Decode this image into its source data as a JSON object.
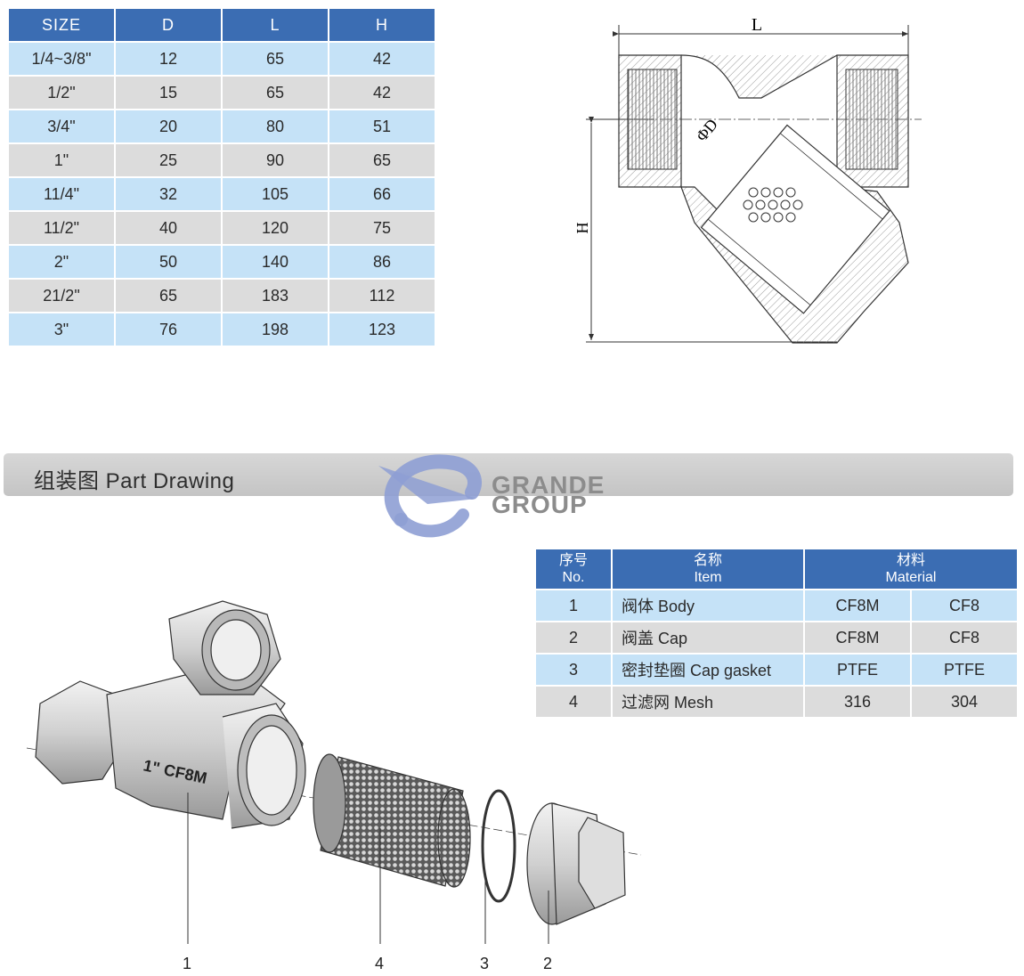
{
  "size_table": {
    "headers": [
      "SIZE",
      "D",
      "L",
      "H"
    ],
    "rows": [
      [
        "1/4~3/8\"",
        "12",
        "65",
        "42"
      ],
      [
        "1/2\"",
        "15",
        "65",
        "42"
      ],
      [
        "3/4\"",
        "20",
        "80",
        "51"
      ],
      [
        "1\"",
        "25",
        "90",
        "65"
      ],
      [
        "11/4\"",
        "32",
        "105",
        "66"
      ],
      [
        "11/2\"",
        "40",
        "120",
        "75"
      ],
      [
        "2\"",
        "50",
        "140",
        "86"
      ],
      [
        "21/2\"",
        "65",
        "183",
        "112"
      ],
      [
        "3\"",
        "76",
        "198",
        "123"
      ]
    ]
  },
  "dimension_drawing": {
    "label_L": "L",
    "label_H": "H",
    "label_D": "ΦD"
  },
  "section": {
    "title": "组装图 Part Drawing"
  },
  "logo": {
    "line1": "GRANDE",
    "line2": "GROUP",
    "colors": {
      "mark": "#8e9fd4",
      "text": "#8c8c8c"
    }
  },
  "parts_table": {
    "headers": {
      "no": "序号\nNo.",
      "item": "名称\nItem",
      "material": "材料\nMaterial"
    },
    "rows": [
      [
        "1",
        "阀体 Body",
        "CF8M",
        "CF8"
      ],
      [
        "2",
        "阀盖 Cap",
        "CF8M",
        "CF8"
      ],
      [
        "3",
        "密封垫圈 Cap gasket",
        "PTFE",
        "PTFE"
      ],
      [
        "4",
        "过滤网 Mesh",
        "316",
        "304"
      ]
    ]
  },
  "exploded_drawing": {
    "body_marking": "1\" CF8M",
    "callouts": [
      "1",
      "4",
      "3",
      "2"
    ]
  },
  "colors": {
    "header": "#3b6db3",
    "row_blue": "#c5e2f7",
    "row_grey": "#dcdcdc"
  }
}
